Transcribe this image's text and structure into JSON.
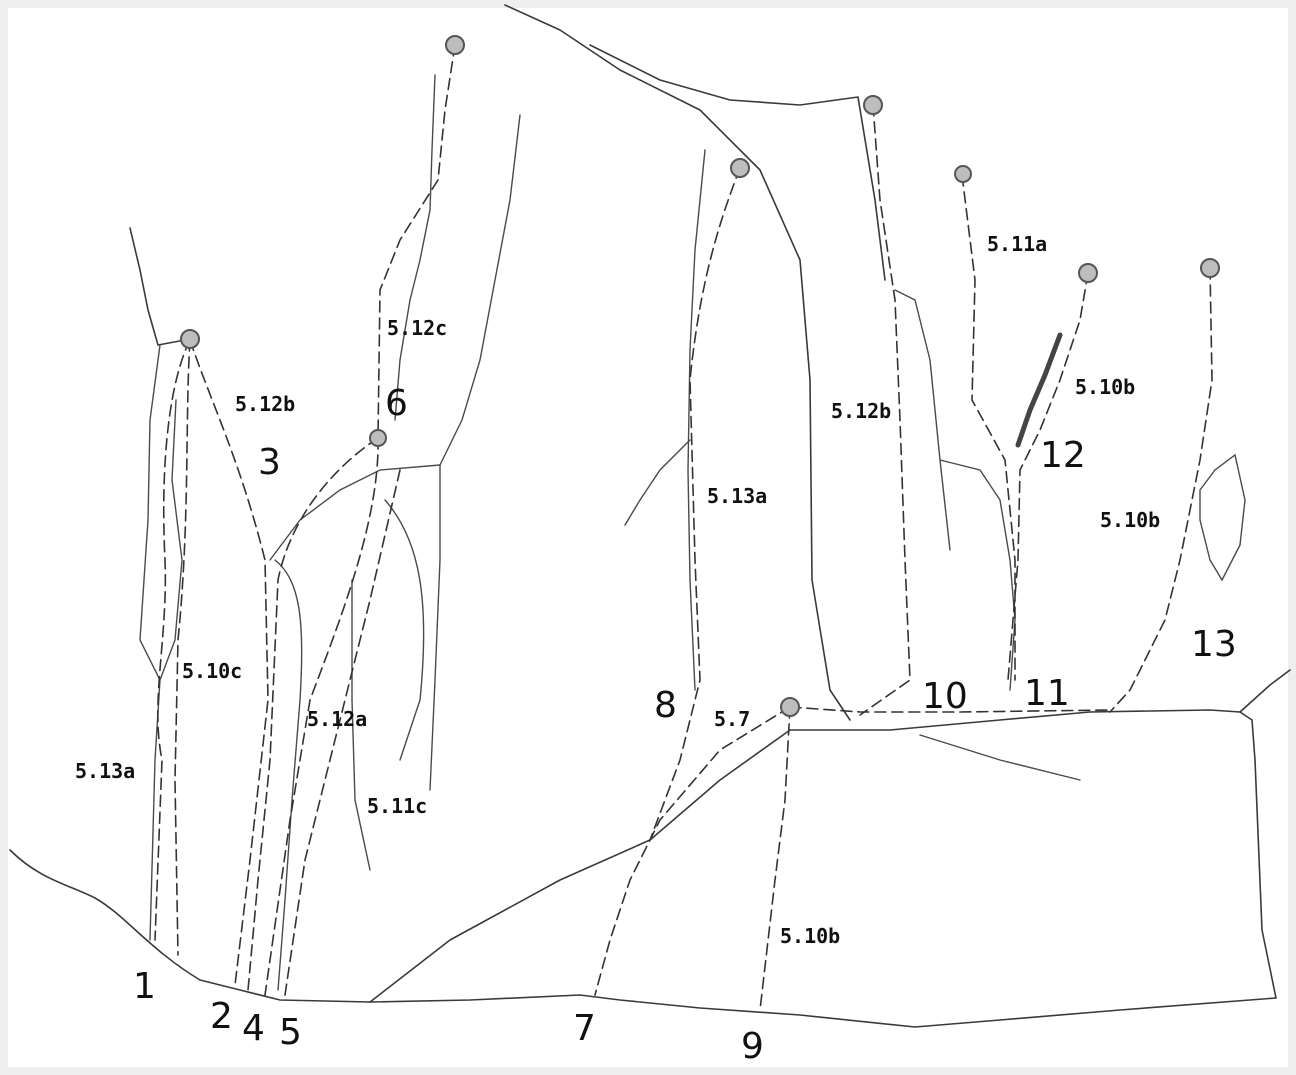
{
  "diagram": {
    "type": "climbing-route-topo",
    "route_numbers": [
      "1",
      "2",
      "4",
      "5",
      "3",
      "6",
      "7",
      "8",
      "9",
      "10",
      "11",
      "12",
      "13"
    ],
    "grades": [
      "5.13a",
      "5.10c",
      "5.12b",
      "5.12c",
      "5.12a",
      "5.11c",
      "5.13a",
      "5.12b",
      "5.11a",
      "5.10b",
      "5.10b",
      "5.7",
      "5.10b"
    ],
    "colors": {
      "lines": "#333333",
      "anchor_fill": "#bdbdbd",
      "text": "#111111",
      "background": "#ffffff"
    }
  }
}
